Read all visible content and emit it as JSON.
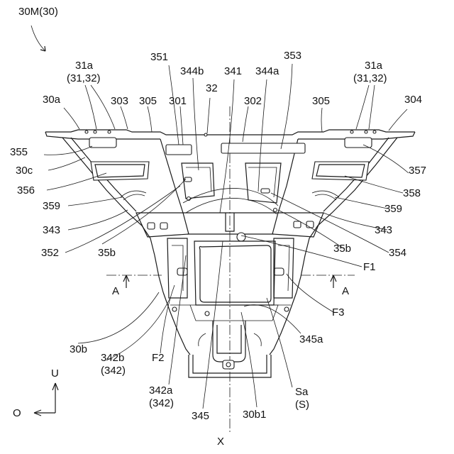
{
  "figure_title": "30M(30)",
  "labels": {
    "l_31a_left": "31a",
    "l_3132_left": "(31,32)",
    "l_30a": "30a",
    "l_303": "303",
    "l_305_left": "305",
    "l_351": "351",
    "l_301": "301",
    "l_344b": "344b",
    "l_32": "32",
    "l_341": "341",
    "l_302": "302",
    "l_344a": "344a",
    "l_353": "353",
    "l_305_right": "305",
    "l_31a_right": "31a",
    "l_3132_right": "(31,32)",
    "l_304": "304",
    "l_355": "355",
    "l_30c": "30c",
    "l_356": "356",
    "l_359_left": "359",
    "l_343_left": "343",
    "l_352": "352",
    "l_35b_left": "35b",
    "l_357": "357",
    "l_358": "358",
    "l_359_right": "359",
    "l_343_right": "343",
    "l_354": "354",
    "l_35b_right": "35b",
    "l_F1": "F1",
    "l_A_left": "A",
    "l_A_right": "A",
    "l_F3": "F3",
    "l_30b": "30b",
    "l_342b": "342b",
    "l_342b_sub": "(342)",
    "l_F2": "F2",
    "l_345a": "345a",
    "l_342a": "342a",
    "l_342a_sub": "(342)",
    "l_Sa": "Sa",
    "l_S": "(S)",
    "l_345": "345",
    "l_30b1": "30b1",
    "l_X": "X",
    "l_U": "U",
    "l_O": "O"
  }
}
